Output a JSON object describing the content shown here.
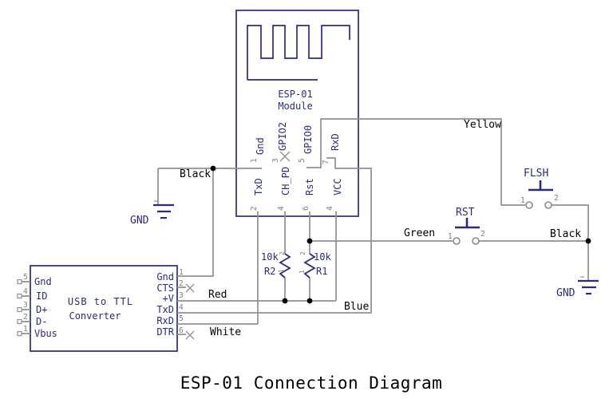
{
  "title": "ESP-01 Connection Diagram",
  "colors": {
    "component_navy": "#2b2b7a",
    "wire_gray": "#909090",
    "label_black": "#000000",
    "junction_black": "#000000"
  },
  "esp": {
    "line1": "ESP-01",
    "line2": "Module",
    "pins_top": [
      {
        "num": "1",
        "label": "Gnd"
      },
      {
        "num": "3",
        "label": "GPIO2",
        "nc": true
      },
      {
        "num": "5",
        "label": "GPIO0"
      },
      {
        "num": "7",
        "label": "RxD"
      }
    ],
    "pins_bottom": [
      {
        "num": "2",
        "label": "TxD"
      },
      {
        "num": "4",
        "label": "CH_PD"
      },
      {
        "num": "6",
        "label": "Rst"
      },
      {
        "num": "4",
        "label": "VCC"
      }
    ]
  },
  "converter": {
    "line1": "USB to TTL",
    "line2": "Converter",
    "pins_left": [
      {
        "num": "5",
        "label": "Gnd"
      },
      {
        "num": "4",
        "label": "ID"
      },
      {
        "num": "3",
        "label": "D+"
      },
      {
        "num": "2",
        "label": "D-"
      },
      {
        "num": "1",
        "label": "Vbus"
      }
    ],
    "pins_right": [
      {
        "num": "1",
        "label": "Gnd"
      },
      {
        "num": "2",
        "label": "CTS",
        "nc": true
      },
      {
        "num": "3",
        "label": "+V"
      },
      {
        "num": "4",
        "label": "TxD"
      },
      {
        "num": "5",
        "label": "RxD"
      },
      {
        "num": "6",
        "label": "DTR",
        "nc": true
      }
    ]
  },
  "resistors": [
    {
      "ref": "R2",
      "value": "10k",
      "pin_top": "2",
      "pin_bottom": "1"
    },
    {
      "ref": "R1",
      "value": "10k",
      "pin_top": "2",
      "pin_bottom": "1"
    }
  ],
  "buttons": [
    {
      "label": "RST",
      "pin1": "1",
      "pin2": "2"
    },
    {
      "label": "FLSH",
      "pin1": "1",
      "pin2": "2"
    }
  ],
  "wires": {
    "black_left": "Black",
    "red": "Red",
    "white": "White",
    "blue": "Blue",
    "green": "Green",
    "yellow": "Yellow",
    "black_right": "Black"
  },
  "grounds": {
    "left": "GND",
    "right": "GND"
  }
}
